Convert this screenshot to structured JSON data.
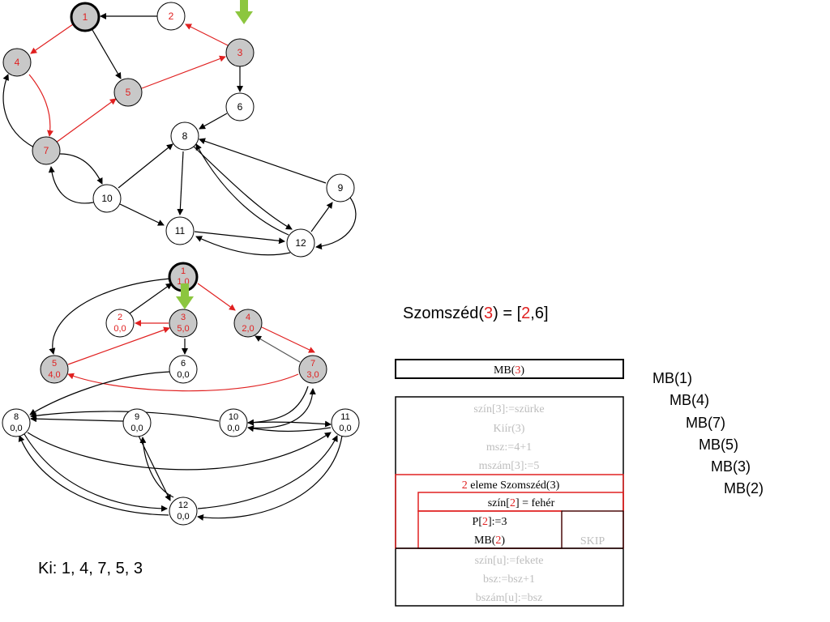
{
  "top_graph": {
    "nodes": [
      {
        "id": "1",
        "label": "1",
        "label_color": "#e02020",
        "fill": "#c8c8c8",
        "current": true
      },
      {
        "id": "2",
        "label": "2",
        "label_color": "#e02020",
        "fill": "#ffffff"
      },
      {
        "id": "3",
        "label": "3",
        "label_color": "#e02020",
        "fill": "#c8c8c8"
      },
      {
        "id": "4",
        "label": "4",
        "label_color": "#e02020",
        "fill": "#c8c8c8"
      },
      {
        "id": "5",
        "label": "5",
        "label_color": "#e02020",
        "fill": "#c8c8c8"
      },
      {
        "id": "6",
        "label": "6",
        "label_color": "#000000",
        "fill": "#ffffff"
      },
      {
        "id": "7",
        "label": "7",
        "label_color": "#e02020",
        "fill": "#c8c8c8"
      },
      {
        "id": "8",
        "label": "8",
        "label_color": "#000000",
        "fill": "#ffffff"
      },
      {
        "id": "9",
        "label": "9",
        "label_color": "#000000",
        "fill": "#ffffff"
      },
      {
        "id": "10",
        "label": "10",
        "label_color": "#000000",
        "fill": "#ffffff"
      },
      {
        "id": "11",
        "label": "11",
        "label_color": "#000000",
        "fill": "#ffffff"
      },
      {
        "id": "12",
        "label": "12",
        "label_color": "#000000",
        "fill": "#ffffff"
      }
    ]
  },
  "bottom_graph": {
    "nodes": [
      {
        "id": "1",
        "label": "1",
        "sub": "1,0",
        "color": "#e02020",
        "fill": "#c8c8c8",
        "current": true
      },
      {
        "id": "2",
        "label": "2",
        "sub": "0,0",
        "color": "#e02020",
        "fill": "#ffffff"
      },
      {
        "id": "3",
        "label": "3",
        "sub": "5,0",
        "color": "#e02020",
        "fill": "#c8c8c8"
      },
      {
        "id": "4",
        "label": "4",
        "sub": "2,0",
        "color": "#e02020",
        "fill": "#c8c8c8"
      },
      {
        "id": "5",
        "label": "5",
        "sub": "4,0",
        "color": "#e02020",
        "fill": "#c8c8c8"
      },
      {
        "id": "6",
        "label": "6",
        "sub": "0,0",
        "color": "#000000",
        "fill": "#ffffff"
      },
      {
        "id": "7",
        "label": "7",
        "sub": "3,0",
        "color": "#e02020",
        "fill": "#c8c8c8"
      },
      {
        "id": "8",
        "label": "8",
        "sub": "0,0",
        "color": "#000000",
        "fill": "#ffffff"
      },
      {
        "id": "9",
        "label": "9",
        "sub": "0,0",
        "color": "#000000",
        "fill": "#ffffff"
      },
      {
        "id": "10",
        "label": "10",
        "sub": "0,0",
        "color": "#000000",
        "fill": "#ffffff"
      },
      {
        "id": "11",
        "label": "11",
        "sub": "0,0",
        "color": "#000000",
        "fill": "#ffffff"
      },
      {
        "id": "12",
        "label": "12",
        "sub": "0,0",
        "color": "#000000",
        "fill": "#ffffff"
      }
    ]
  },
  "neighbors": {
    "prefix": "Szomszéd(",
    "node": "3",
    "mid": ") = [",
    "first": "2",
    "rest": ",6]"
  },
  "nsd": {
    "header_pre": "MB(",
    "header_num": "3",
    "header_post": ")",
    "lines_grey_top": [
      "szín[3]:=szürke",
      "Kiír(3)",
      "msz:=4+1",
      "mszám[3]:=5"
    ],
    "loop_num": "2",
    "loop_text": " eleme Szomszéd(3)",
    "cond_pre": "szín[",
    "cond_num": "2",
    "cond_post": "] = fehér",
    "then_p_pre": "P[",
    "then_p_num": "2",
    "then_p_post": "]:=3",
    "then_mb_pre": "MB(",
    "then_mb_num": "2",
    "then_mb_post": ")",
    "else_label": "SKIP",
    "lines_grey_bottom": [
      "szín[u]:=fekete",
      "bsz:=bsz+1",
      "bszám[u]:=bsz"
    ]
  },
  "call_stack": [
    "MB(1)",
    "MB(4)",
    "MB(7)",
    "MB(5)",
    "MB(3)",
    "MB(2)"
  ],
  "output": "Ki: 1, 4, 7, 5, 3",
  "colors": {
    "accent": "#e02020",
    "visited_fill": "#c8c8c8",
    "pointer_arrow": "#8cc63f",
    "grey_text": "#bdbdbd"
  }
}
